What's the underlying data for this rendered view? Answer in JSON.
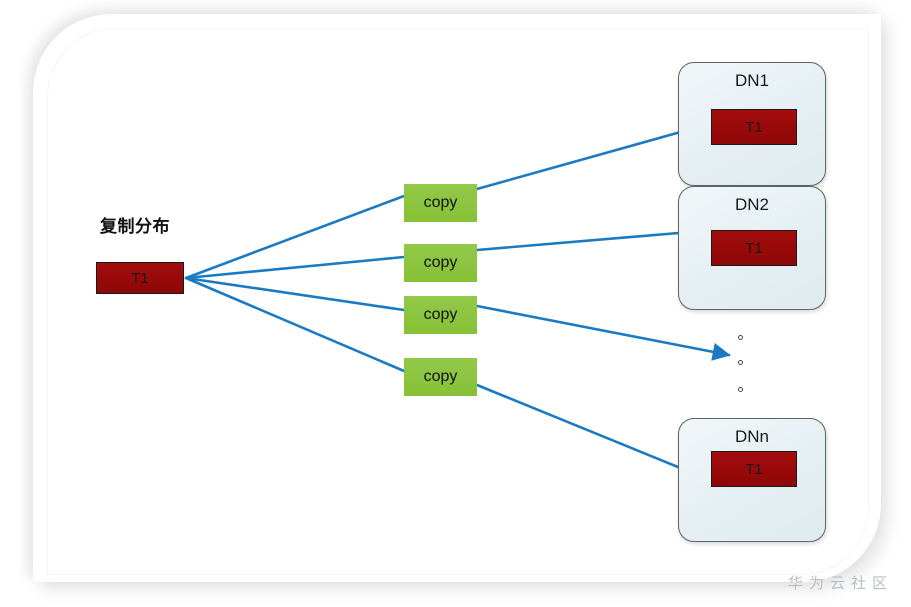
{
  "diagram": {
    "title": "复制分布",
    "source_table": {
      "label": "T1"
    },
    "copy_nodes": [
      {
        "label": "copy"
      },
      {
        "label": "copy"
      },
      {
        "label": "copy"
      },
      {
        "label": "copy"
      }
    ],
    "data_nodes": [
      {
        "name": "DN1",
        "table": "T1"
      },
      {
        "name": "DN2",
        "table": "T1"
      },
      {
        "name": "DNn",
        "table": "T1"
      }
    ],
    "ellipsis": "⋮",
    "colors": {
      "table_box": "#9e0b0b",
      "copy_box": "#8dc63f",
      "node_box": "#eaf2f5",
      "arrow": "#1a7ac4",
      "border": "#5d6466"
    }
  },
  "watermark": {
    "text": "华为云社区"
  }
}
